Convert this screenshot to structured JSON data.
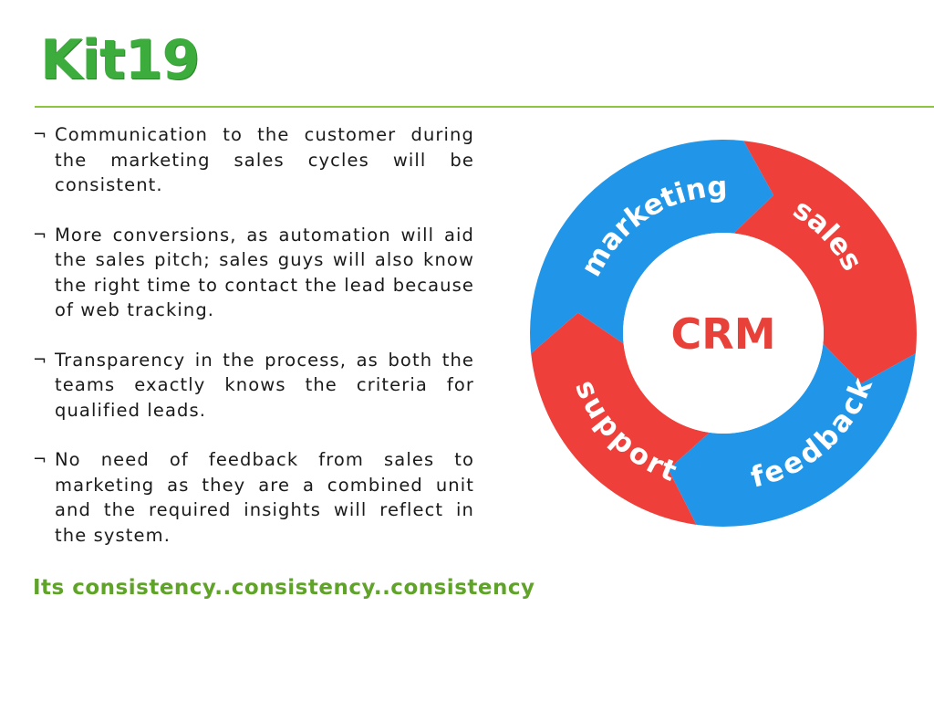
{
  "logo": {
    "text": "Kit19"
  },
  "bullets": [
    {
      "mark": "¬",
      "text": "Communication to the customer during the marketing sales cycles will be consistent."
    },
    {
      "mark": "¬",
      "text": "More conversions, as automation will aid the sales pitch; sales guys will also know the right time to contact the lead because of web tracking."
    },
    {
      "mark": "¬",
      "text": "Transparency in the process, as both the teams exactly knows the criteria for qualified leads."
    },
    {
      "mark": "¬",
      "text": "No need of feedback from sales to marketing as they are a combined unit and the required insights will reflect in the system."
    }
  ],
  "tagline": "Its consistency..consistency..consistency",
  "diagram": {
    "center": "CRM",
    "segments": [
      {
        "label": "marketing",
        "color": "#2196e8"
      },
      {
        "label": "sales",
        "color": "#ee3f3a"
      },
      {
        "label": "feedback",
        "color": "#2196e8"
      },
      {
        "label": "support",
        "color": "#ee3f3a"
      }
    ]
  },
  "colors": {
    "logo": "#3cac3c",
    "rule": "#8cc63f",
    "tagline": "#5fa328",
    "blue": "#2196e8",
    "red": "#ee3f3a"
  }
}
